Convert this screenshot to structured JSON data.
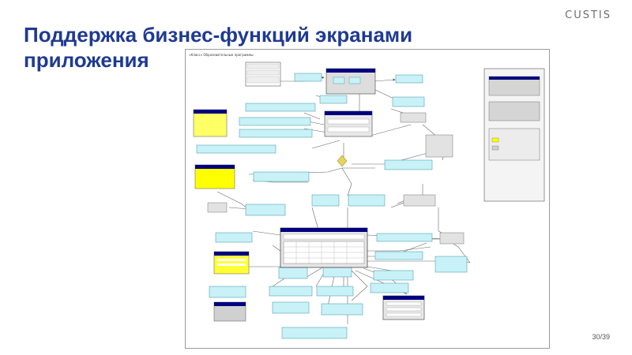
{
  "slide": {
    "title": "Поддержка бизнес-функций экранами приложения",
    "logo": "CUSTIS",
    "page_number": "30/39"
  },
  "colors": {
    "title": "#1f3a93",
    "window_header": "#00007f",
    "usecase_fill": "#c8f2f7",
    "usecase_stroke": "#3b8fa3",
    "yellow_panel": "#ffff66",
    "grey_panel": "#cfcfcf",
    "decision": "#e8d25c"
  },
  "diagram": {
    "frame_label": "«Класс» Образовательные программы"
  }
}
